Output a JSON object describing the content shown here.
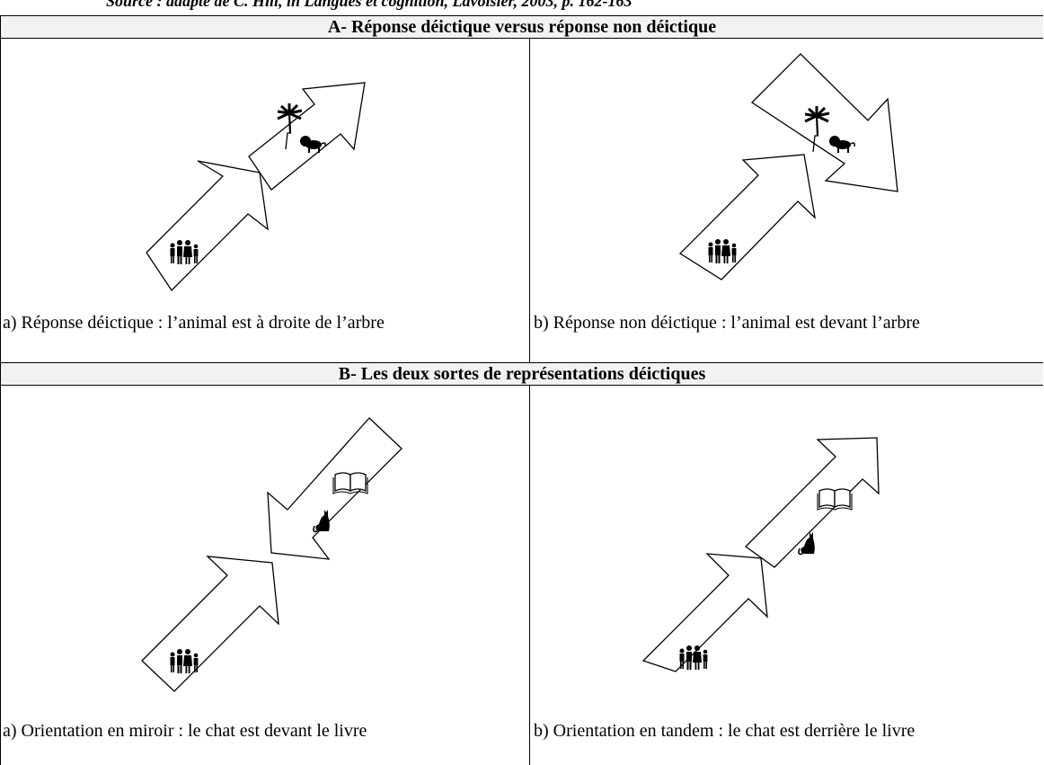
{
  "source_line": "Source : adapté de C. Hill, in Langues et cognition, Lavoisier, 2003, p. 162-163",
  "section_a": {
    "title": "A- Réponse déictique versus réponse non déictique",
    "left_caption": "a) Réponse déictique : l’animal est à droite de l’arbre",
    "right_caption": "b) Réponse non déictique : l’animal est devant l’arbre"
  },
  "section_b": {
    "title": "B- Les deux sortes de représentations déictiques",
    "left_caption": "a) Orientation en miroir : le chat est devant le livre",
    "right_caption": "b) Orientation en tandem : le chat est derrière le livre"
  },
  "icons": {
    "people": "👪",
    "tree": "🌴",
    "lion": "🦁",
    "book": "📖",
    "cat": "🐈"
  }
}
